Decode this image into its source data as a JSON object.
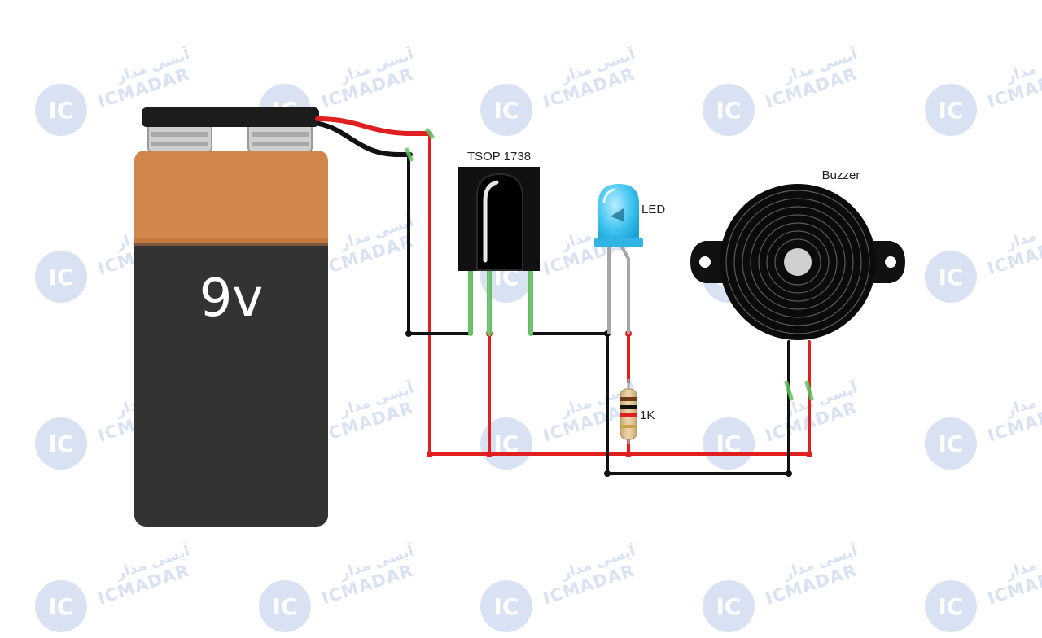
{
  "battery": {
    "label": "9v",
    "body_color": "#333333",
    "cap_color": "#d2874a"
  },
  "ir_receiver": {
    "label": "TSOP 1738"
  },
  "led": {
    "label": "LED",
    "color": "#40c4f0"
  },
  "resistor": {
    "label": "1K"
  },
  "buzzer": {
    "label": "Buzzer"
  },
  "wires": {
    "positive_color": "#e02020",
    "negative_color": "#111111",
    "joint_color": "#5fc35f"
  },
  "watermark": {
    "brand": "ICMADAR",
    "logo": "IC",
    "persian": "آیسی مدار",
    "color": "#c9d6ee"
  }
}
